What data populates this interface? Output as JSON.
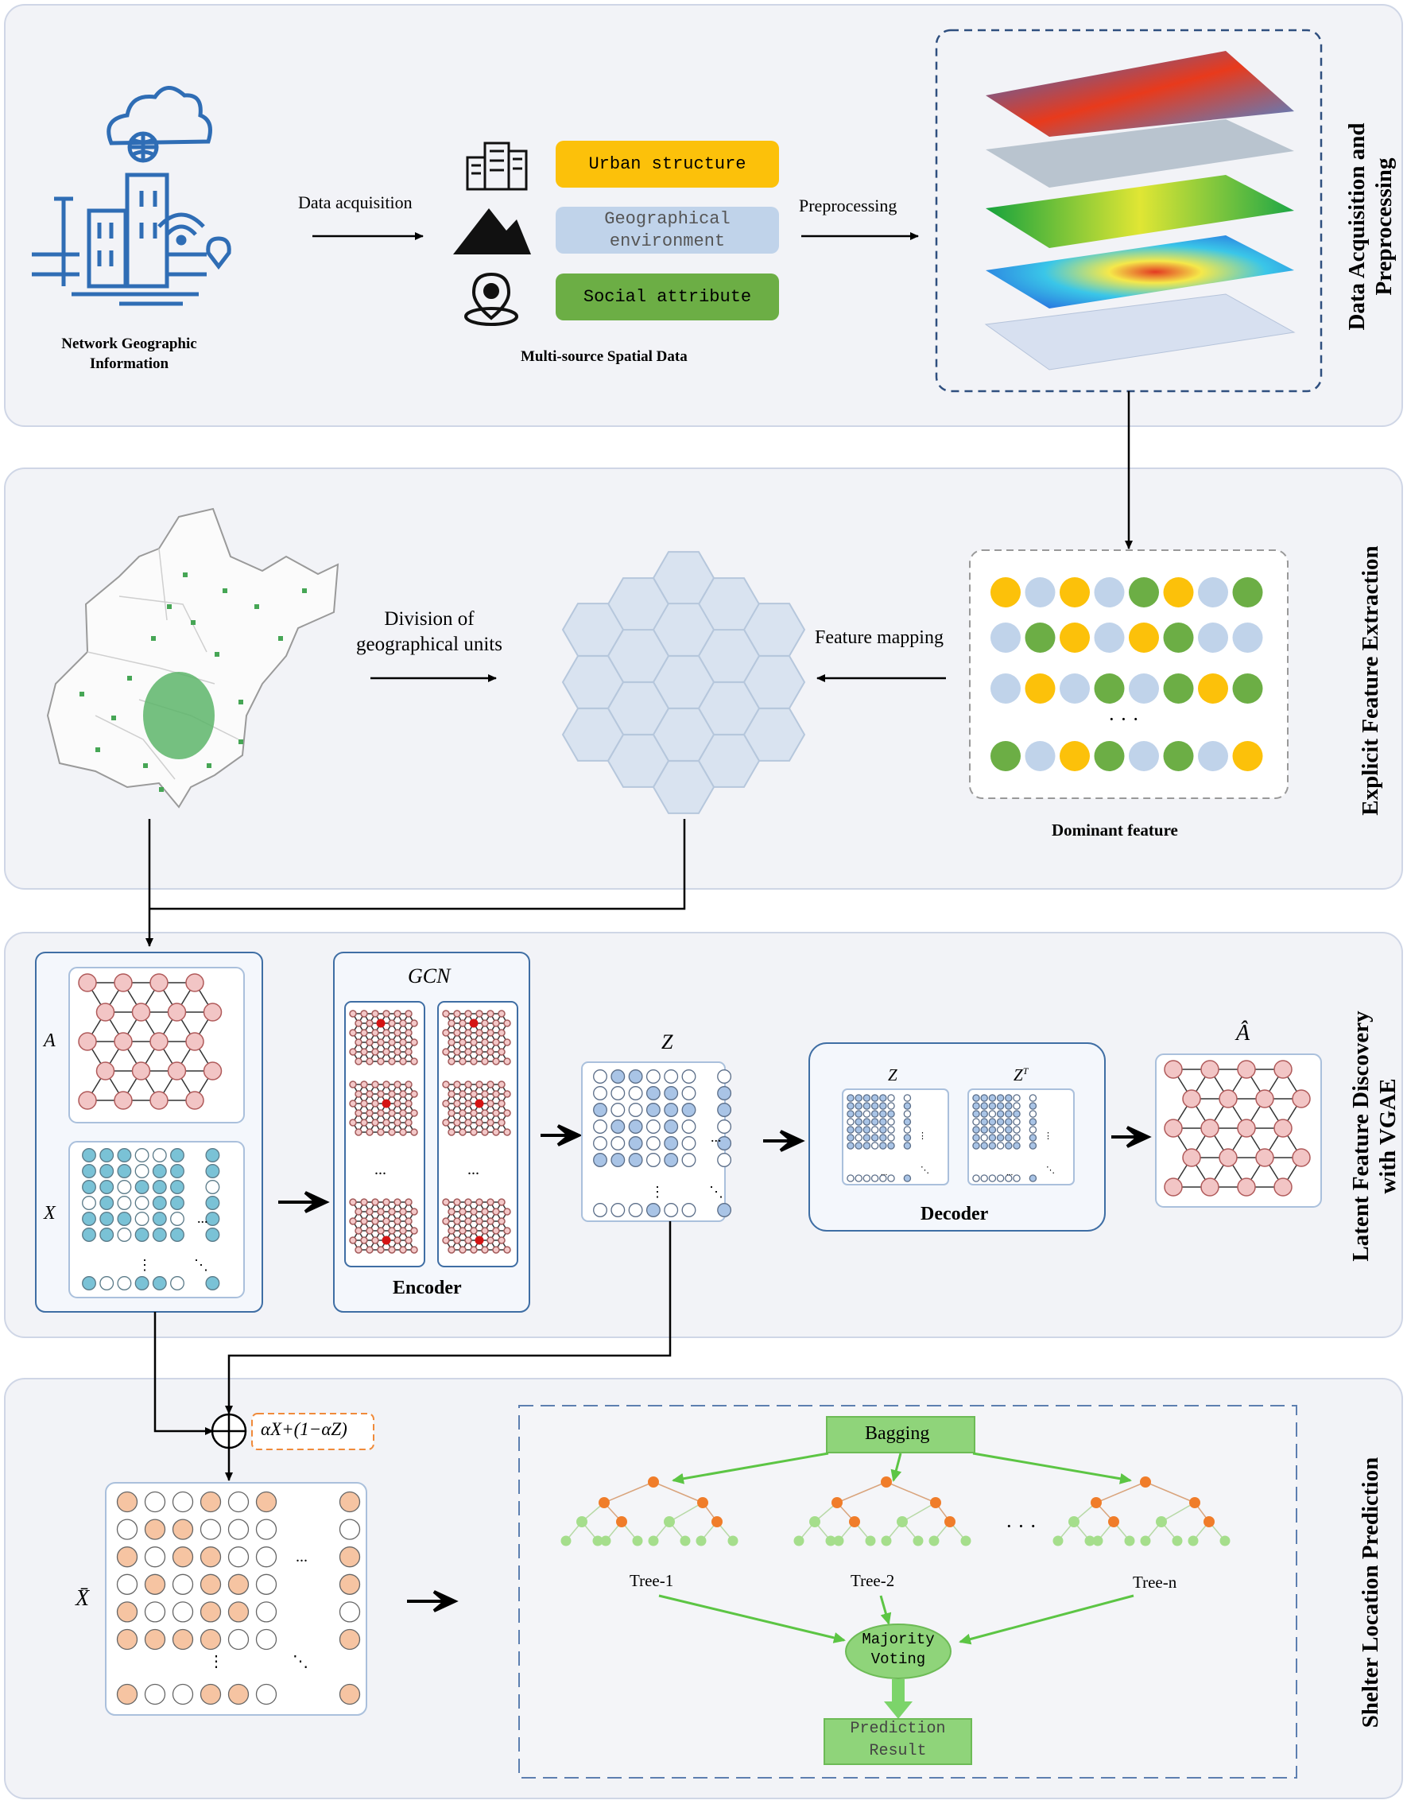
{
  "stage1": {
    "title_line1": "Data Acquisition and",
    "title_line2": "Preprocessing",
    "network_label_line1": "Network Geographic",
    "network_label_line2": "Information",
    "data_acquisition": "Data acquisition",
    "preprocessing": "Preprocessing",
    "multi_source": "Multi-source Spatial Data",
    "urban_structure": "Urban structure",
    "geo_env_line1": "Geographical",
    "geo_env_line2": "environment",
    "social_attribute": "Social attribute",
    "colors": {
      "urban": "#fcc10a",
      "geo": "#c0d3ea",
      "social": "#6cae45"
    }
  },
  "stage2": {
    "title": "Explicit Feature Extraction",
    "division_line1": "Division of",
    "division_line2": "geographical units",
    "feature_mapping": "Feature mapping",
    "dominant_feature": "Dominant feature",
    "ellipsis": "· · ·",
    "feature_rows": [
      [
        "Y",
        "B",
        "Y",
        "B",
        "G",
        "Y",
        "B",
        "G"
      ],
      [
        "B",
        "G",
        "Y",
        "B",
        "Y",
        "G",
        "B",
        "B"
      ],
      [
        "B",
        "Y",
        "B",
        "G",
        "B",
        "G",
        "Y",
        "G"
      ],
      [
        "G",
        "B",
        "Y",
        "G",
        "B",
        "G",
        "B",
        "Y"
      ]
    ]
  },
  "stage3": {
    "title_line1": "Latent Feature Discovery",
    "title_line2": "with VGAE",
    "label_a": "A",
    "label_x": "X",
    "gcn": "GCN",
    "encoder": "Encoder",
    "label_z": "Z",
    "decoder": "Decoder",
    "dec_z": "Z",
    "dec_zt": "Z",
    "dec_zt_sup": "T",
    "label_ahat": "Â",
    "dots": "...",
    "vdots": "⋮",
    "ddots": "⋱"
  },
  "stage4": {
    "title": "Shelter Location Prediction",
    "formula": "αX+(1−αZ)",
    "label_xbar": "X̄",
    "bagging": "Bagging",
    "tree1": "Tree-1",
    "tree2": "Tree-2",
    "treen": "Tree-n",
    "tree_dots": "· · ·",
    "voting_line1": "Majority",
    "voting_line2": "Voting",
    "prediction_line1": "Prediction",
    "prediction_line2": "Result",
    "plus": "⊕"
  }
}
